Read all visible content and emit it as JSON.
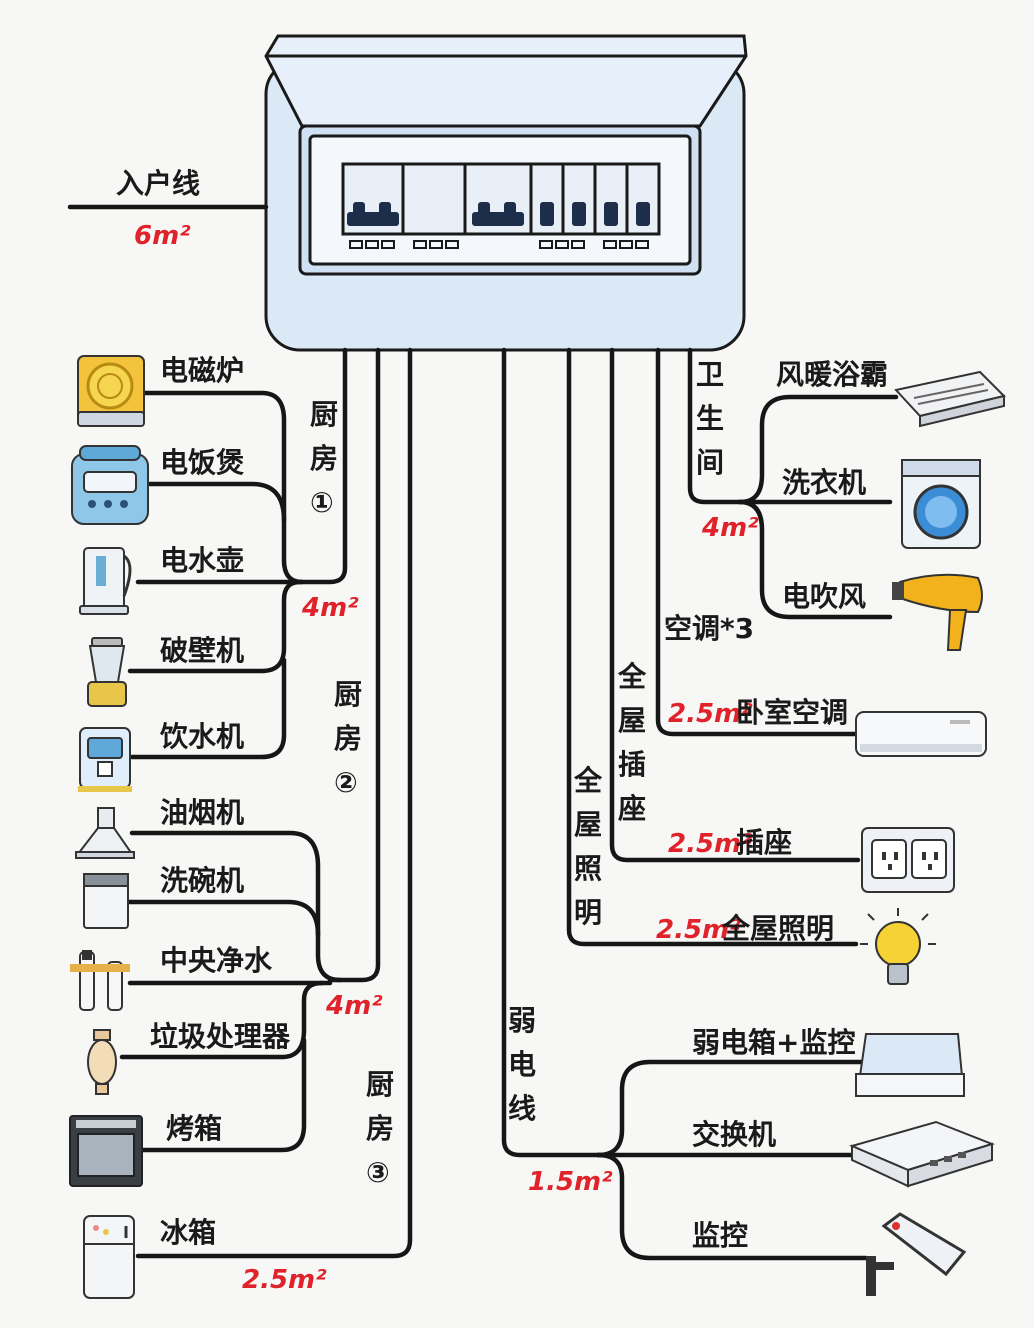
{
  "incoming": {
    "label": "入户线",
    "gauge": "6m²"
  },
  "kitchen1": {
    "circuit": [
      "厨",
      "房",
      "①"
    ],
    "gauge": "4m²",
    "items": [
      "电磁炉",
      "电饭煲",
      "电水壶",
      "破壁机",
      "饮水机"
    ]
  },
  "kitchen2": {
    "circuit": [
      "厨",
      "房",
      "②"
    ],
    "gauge": "4m²",
    "items": [
      "油烟机",
      "洗碗机",
      "中央净水",
      "垃圾处理器",
      "烤箱"
    ]
  },
  "kitchen3": {
    "circuit": [
      "厨",
      "房",
      "③"
    ],
    "gauge": "2.5m²",
    "items": [
      "冰箱"
    ]
  },
  "bathroom": {
    "circuit": [
      "卫",
      "生",
      "间"
    ],
    "gauge": "4m²",
    "items": [
      "风暖浴霸",
      "洗衣机",
      "电吹风"
    ]
  },
  "aircon": {
    "circuit": "空调*3",
    "gauge": "2.5m²",
    "item": "卧室空调"
  },
  "sockets": {
    "circuit": [
      "全",
      "屋",
      "插",
      "座"
    ],
    "gauge": "2.5m²",
    "item": "插座"
  },
  "lighting": {
    "circuit": [
      "全",
      "屋",
      "照",
      "明"
    ],
    "gauge": "2.5m²",
    "item": "全屋照明"
  },
  "weak": {
    "circuit": [
      "弱",
      "电",
      "线"
    ],
    "gauge": "1.5m²",
    "items": [
      "弱电箱+监控",
      "交换机",
      "监控"
    ]
  },
  "colors": {
    "wire": "#161616",
    "gauge": "#e0232b",
    "panel": "#dbe9f7",
    "panel_border": "#1a1a1a"
  }
}
